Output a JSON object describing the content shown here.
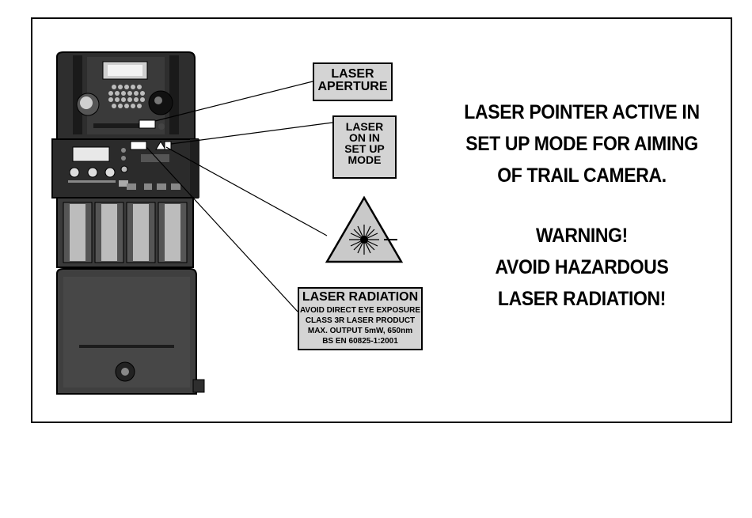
{
  "labels": {
    "aperture": [
      "LASER",
      "APERTURE"
    ],
    "laser_on": [
      "LASER",
      "ON IN",
      "SET UP",
      "MODE"
    ],
    "radiation_title": "LASER RADIATION",
    "radiation_lines": [
      "AVOID DIRECT EYE EXPOSURE",
      "CLASS 3R LASER PRODUCT",
      "MAX. OUTPUT 5mW, 650nm",
      "BS EN 60825-1:2001"
    ]
  },
  "notice": {
    "active_lines": [
      "LASER POINTER ACTIVE IN",
      "SET UP MODE FOR AIMING",
      "OF TRAIL CAMERA."
    ],
    "warning_lines": [
      "WARNING!",
      "AVOID HAZARDOUS",
      "LASER RADIATION!"
    ]
  },
  "icons": {
    "laser_hazard": "laser-warning-triangle-icon"
  },
  "colors": {
    "label_bg": "#d4d4d4",
    "camera_body": "#2e2e2e"
  }
}
